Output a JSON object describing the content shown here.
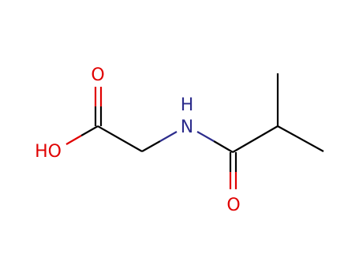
{
  "molecule": {
    "atoms": {
      "carboxyl_o": {
        "text": "O",
        "color": "#e00000"
      },
      "hydroxyl": {
        "text": "HO",
        "color": "#e00000"
      },
      "amide_h": {
        "text": "H",
        "color": "#2c2c8c"
      },
      "amide_n": {
        "text": "N",
        "color": "#2c2c8c"
      },
      "amide_o": {
        "text": "O",
        "color": "#e00000"
      }
    },
    "bond_color": "#000000"
  }
}
